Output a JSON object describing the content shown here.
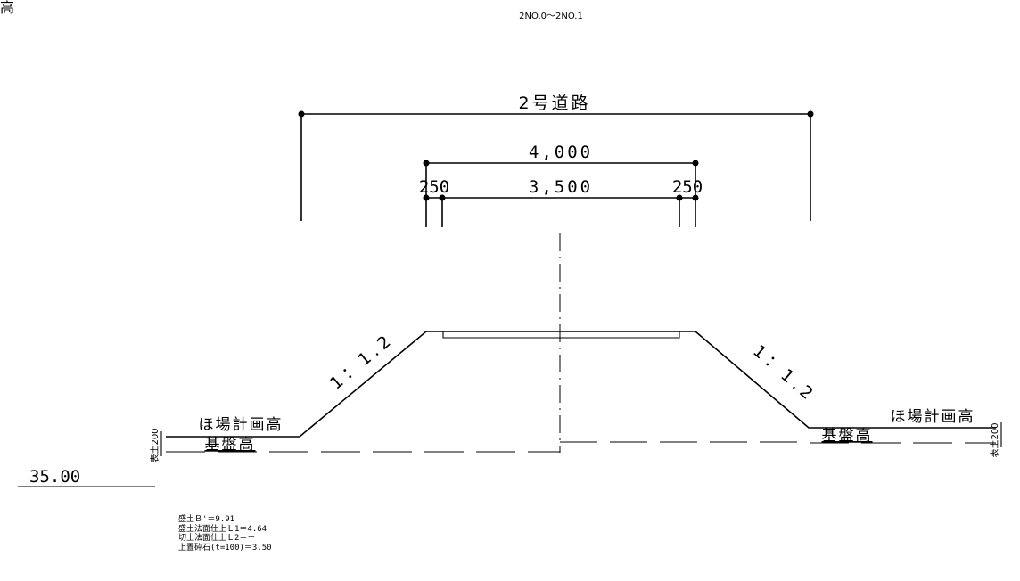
{
  "corner_glyph": "高",
  "section_label": "2NO.0～2NO.1",
  "road_name": "2号道路",
  "dims": {
    "total": "4,000",
    "pave": "3,500",
    "shoulder_left": "250",
    "shoulder_right": "250"
  },
  "slope_left": "1：1.2",
  "slope_right": "1：1.2",
  "left_labels": {
    "plan_height": "ほ場計画高",
    "base_height": "基盤高",
    "topsoil": "表土200"
  },
  "right_labels": {
    "plan_height": "ほ場計画高",
    "base_height": "基盤高",
    "topsoil": "表土200"
  },
  "elevation": "35.00",
  "notes": [
    "盛土Ｂ'＝9.91",
    "盛土法面仕上Ｌ1＝4.64",
    "切土法面仕上Ｌ2＝－",
    "上置砕石(t=100)＝3.50"
  ]
}
